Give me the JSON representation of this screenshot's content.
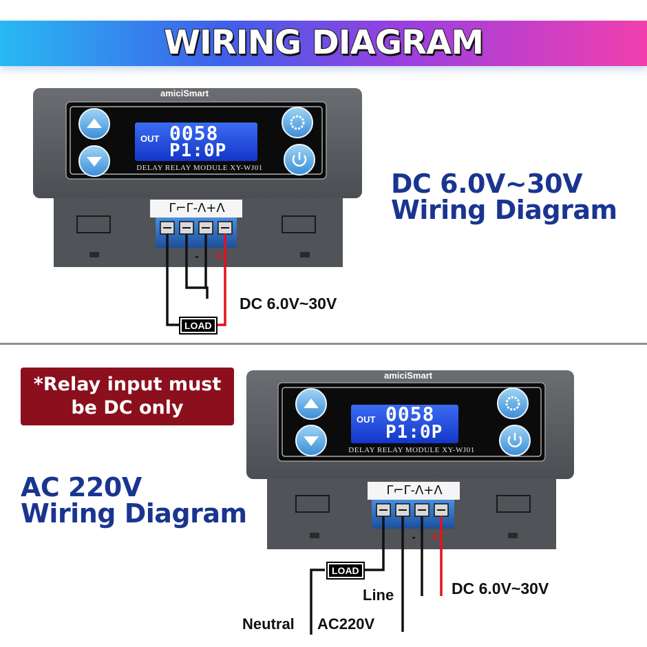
{
  "title": "WIRING DIAGRAM",
  "brand": "amiciSmart",
  "module": {
    "label": "DELAY RELAY MODULE XY-WJ01",
    "display_line1_prefix": "OUT",
    "display_line1_value": "0058",
    "display_line2": "P1:0P",
    "terminal_symbols": "Γ⌐ᒥ-Λ+Λ"
  },
  "dc_section": {
    "heading_line1": "DC 6.0V~30V",
    "heading_line2": "Wiring Diagram",
    "supply_label": "DC 6.0V~30V",
    "load_label": "LOAD",
    "minus": "-",
    "plus": "+"
  },
  "note": {
    "line1": "*Relay input must",
    "line2": "be DC only"
  },
  "ac_section": {
    "heading_line1": "AC 220V",
    "heading_line2": "Wiring Diagram",
    "supply_label": "DC 6.0V~30V",
    "load_label": "LOAD",
    "line_label": "Line",
    "neutral_label": "Neutral",
    "ac_label": "AC220V",
    "minus": "-",
    "plus": "+"
  },
  "colors": {
    "heading": "#1a3590",
    "note_bg": "#8b0f1d",
    "lcd": "#1e49e6",
    "case": "#55585c",
    "wire_positive": "#e3121c",
    "terminal_block": "#2b6fc0"
  }
}
